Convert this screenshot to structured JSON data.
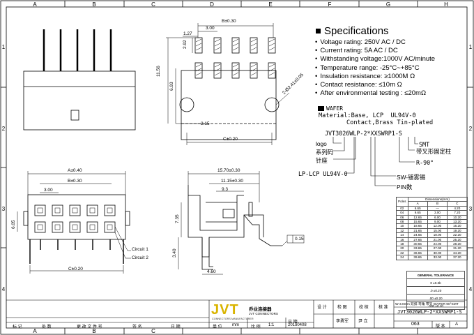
{
  "zones": {
    "columns": [
      "A",
      "B",
      "C",
      "D",
      "E",
      "F",
      "G",
      "H"
    ],
    "rows": [
      "1",
      "2",
      "3",
      "4"
    ]
  },
  "specifications": {
    "title": "Specifications",
    "items": [
      "Voltage rating: 250V AC / DC",
      "Current rating: 5A  AC / DC",
      "Withstanding voltage:1000V AC/minute",
      "Temperature range: -25°C~+85°C",
      "Insulation resistance:  ≥1000M Ω",
      "Contact resistance:  ≤10m Ω",
      "After environmental testing :  ≤20mΩ"
    ]
  },
  "wafer": {
    "label": "WAFER",
    "material_line1": "Material:Base, LCP  UL94V-0",
    "material_line2": "Contact,Brass Tin-plated"
  },
  "part_number": {
    "code": "JVT3026WLP-2*XXSWRP1-S",
    "callouts": [
      "logo",
      "系列码",
      "针座",
      "LP-LCP UL94V-0",
      "SW-镀雾锡",
      "PIN数",
      "SMT",
      "带叉形固定柱",
      "R-90°"
    ]
  },
  "dimensions": {
    "top_b": "B±0.30",
    "top_3": "3.00",
    "top_127": "1.27",
    "top_292": "2.92",
    "top_1156": "11.56",
    "top_693": "6.93",
    "top_hole": "2-Ø2.41±0.05",
    "top_215": "2.15",
    "top_c": "C±0.20",
    "front_a": "A±0.40",
    "front_b": "B±0.30",
    "front_3": "3.00",
    "front_605": "6.05",
    "front_c": "C±0.20",
    "side_1570": "15.70±0.30",
    "side_1115": "11.15±0.30",
    "side_93": "9.3",
    "side_735": "7.35",
    "side_340": "3.40",
    "side_460": "4.60",
    "side_flat": "0.15",
    "circuit1": "Circuit 1",
    "circuit2": "Circuit 2"
  },
  "dimension_table": {
    "headers": [
      "Poles",
      "Dimensions(mm)"
    ],
    "subheaders": [
      "A",
      "B",
      "C"
    ],
    "rows": [
      [
        "02",
        "6.65",
        "—",
        "4.20"
      ],
      [
        "04",
        "9.65",
        "3.00",
        "7.20"
      ],
      [
        "06",
        "12.65",
        "6.00",
        "10.20"
      ],
      [
        "08",
        "15.65",
        "9.00",
        "13.20"
      ],
      [
        "10",
        "18.65",
        "12.00",
        "16.20"
      ],
      [
        "12",
        "21.65",
        "15.00",
        "19.20"
      ],
      [
        "14",
        "24.65",
        "18.00",
        "22.20"
      ],
      [
        "16",
        "27.65",
        "21.00",
        "25.20"
      ],
      [
        "18",
        "30.65",
        "24.00",
        "28.20"
      ],
      [
        "20",
        "33.65",
        "27.00",
        "31.20"
      ],
      [
        "22",
        "36.65",
        "30.00",
        "34.20"
      ],
      [
        "24",
        "39.65",
        "33.00",
        "37.20"
      ]
    ]
  },
  "tolerance": {
    "title": "GENERAL TOLERANCE",
    "rows": [
      "0  ±0.3b",
      ".0  ±0.20",
      ".00  ±0.20",
      ".000 ±0.10"
    ]
  },
  "title_block": {
    "logo": "JVT",
    "logo_cn": "乔业连接器",
    "logo_en": "JVT CONNECTORS",
    "logo_sub": "CONNECTORS MANUFACTURER",
    "label_design": "设 计",
    "label_check": "检 图",
    "label_verify": "校 核",
    "label_approve": "核 准",
    "designer": "李勇军",
    "checker": "尹 立",
    "description": "W-3.0mm 双排 弯角 带叉 WAFER 90°SMT",
    "drawing_no": "JVT3026WLP-2*XXSWRP1-S",
    "sheet": "063",
    "version_label": "版 本",
    "version": "A",
    "unit_label": "单 位",
    "unit": "mm",
    "scale_label": "比 例",
    "scale": "1:1",
    "date_label": "日 期",
    "date": "20150408",
    "rev_labels": [
      "标 记",
      "处 数",
      "更 改 文 件 号",
      "签 名",
      "日 期"
    ]
  }
}
